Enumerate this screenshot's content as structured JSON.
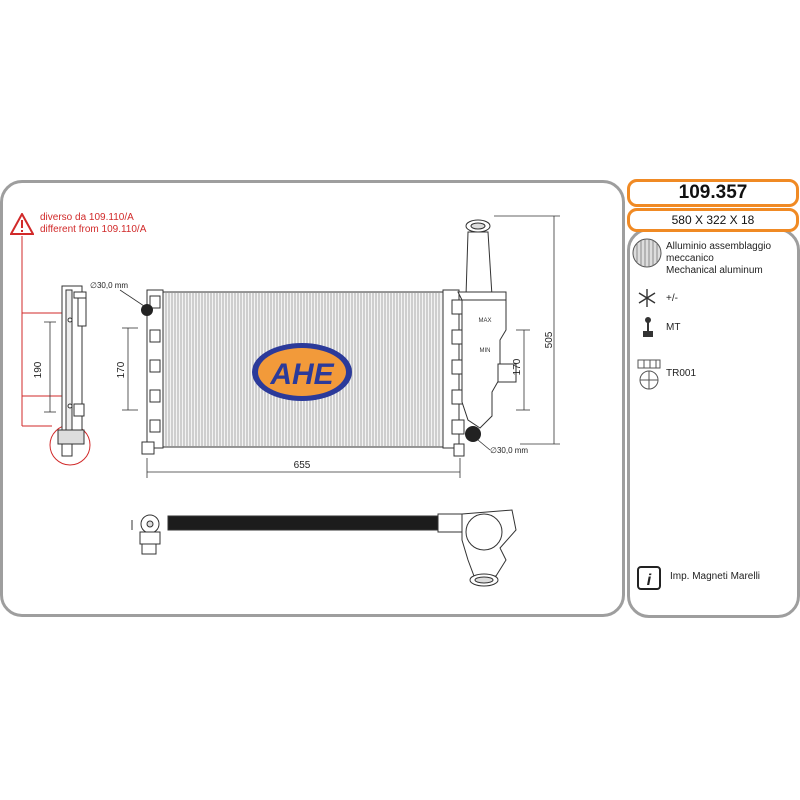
{
  "header": {
    "part_number": "109.357",
    "dimensions": "580 X 322 X 18"
  },
  "warning": {
    "line1": "diverso da 109.110/A",
    "line2": "different from 109.110/A"
  },
  "drawing": {
    "logo_text": "AHE",
    "pipe_dia_top": "∅30,0 mm",
    "pipe_dia_bottom": "∅30,0 mm",
    "dim_width": "655",
    "dim_height_right": "505",
    "dim_side_height": "190",
    "dim_left_170": "170",
    "dim_right_170": "170",
    "tank_max": "MAX",
    "tank_min": "MIN"
  },
  "specs": {
    "material_line1": "Alluminio assemblaggio",
    "material_line2": "meccanico",
    "material_line3": "Mechanical aluminum",
    "ac": "+/-",
    "transmission": "MT",
    "fitting": "TR001",
    "oem": "Imp. Magneti Marelli"
  },
  "colors": {
    "accent_border": "#f08a24",
    "panel_border": "#9e9e9e",
    "warning": "#d12a2a",
    "logo_blue": "#2b3a9a",
    "logo_orange": "#f29a3a"
  }
}
